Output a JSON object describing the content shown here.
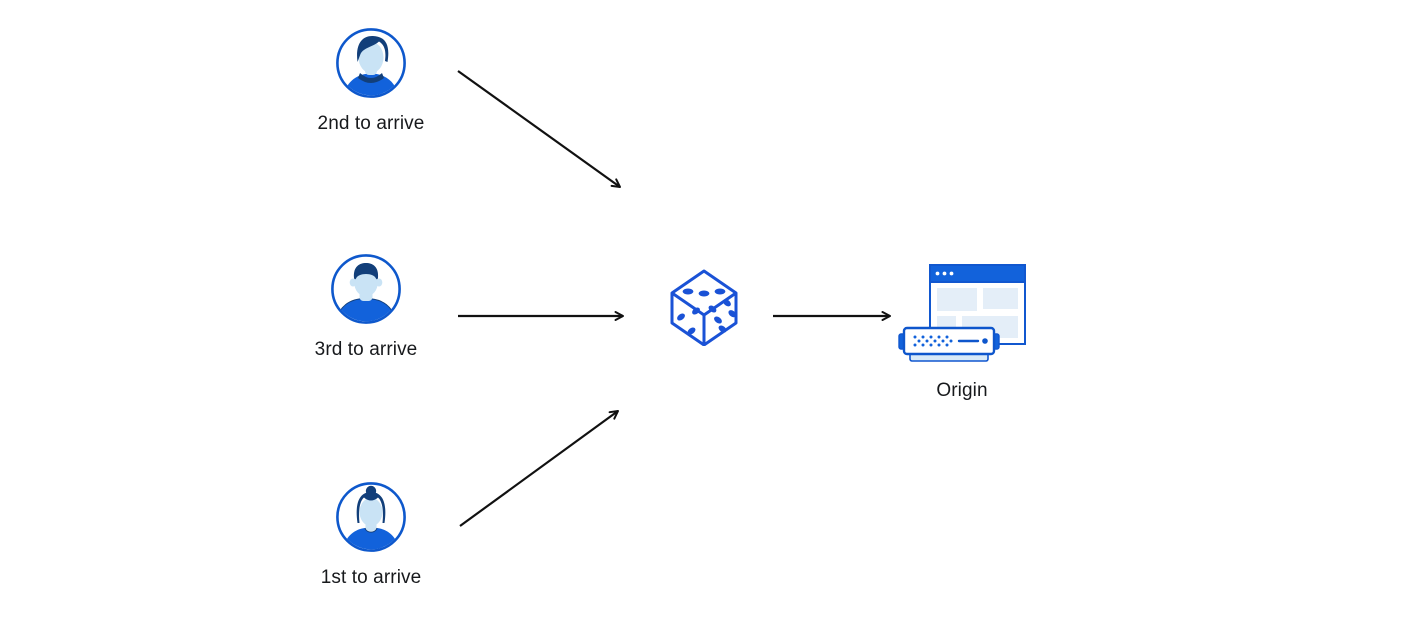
{
  "nodes": {
    "user_second": {
      "label": "2nd to arrive",
      "icon": "avatar-man-swept-hair-icon"
    },
    "user_third": {
      "label": "3rd to arrive",
      "icon": "avatar-man-flat-top-icon"
    },
    "user_first": {
      "label": "1st to arrive",
      "icon": "avatar-woman-bun-icon"
    },
    "dice": {
      "icon": "dice-icon"
    },
    "origin": {
      "label": "Origin",
      "icon": "origin-server-browser-icon"
    }
  },
  "edges": [
    {
      "from": "user_second",
      "to": "dice"
    },
    {
      "from": "user_third",
      "to": "dice"
    },
    {
      "from": "user_first",
      "to": "dice"
    },
    {
      "from": "dice",
      "to": "origin"
    }
  ],
  "colors": {
    "stroke_blue": "#0E58CC",
    "fill_blue": "#1262DB",
    "hair_navy": "#123F7A",
    "face_light_blue": "#C9E3F5",
    "panel_light_blue": "#E4EEF8",
    "arrow_black": "#111111",
    "background": "#FFFFFF"
  }
}
